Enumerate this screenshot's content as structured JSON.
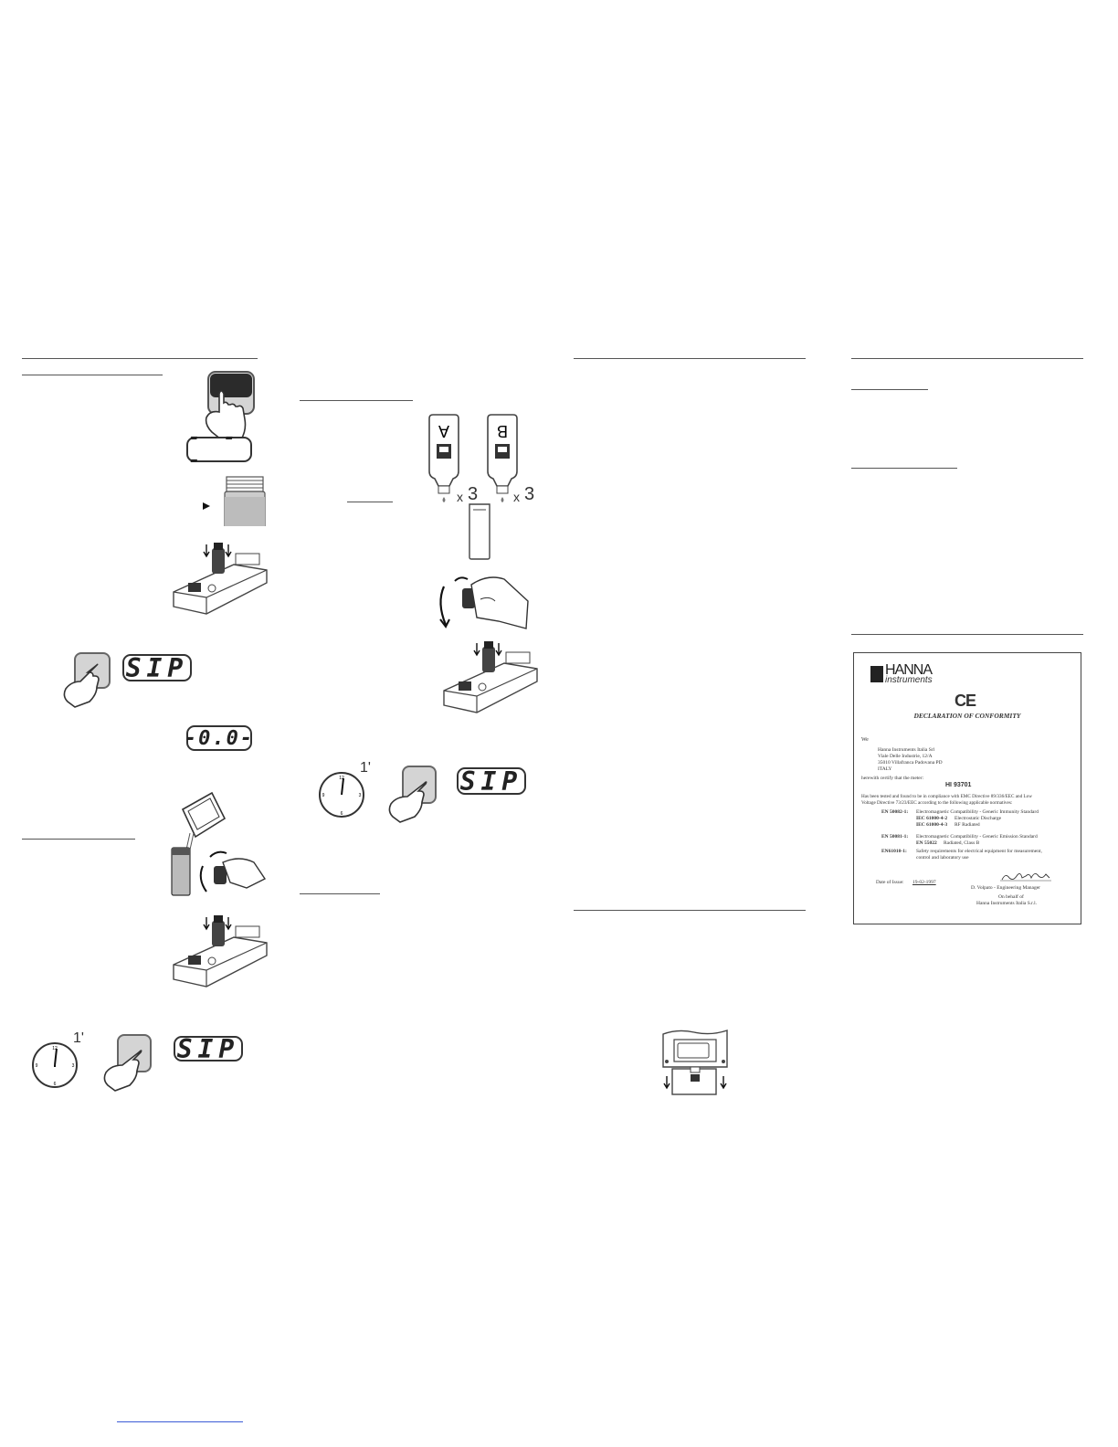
{
  "displays": {
    "blank": "- - -",
    "sip": "SIP",
    "zero": "-0.0-"
  },
  "labels": {
    "times": "x",
    "drops": "3",
    "time_1min": "1'",
    "reagent_a": "A",
    "reagent_b": "B"
  },
  "clock": {
    "n12": "12",
    "n3": "3",
    "n6": "6",
    "n9": "9"
  },
  "declaration": {
    "brand": "HANNA",
    "brand_sub": "instruments",
    "ce_mark": "CE",
    "title": "DECLARATION OF CONFORMITY",
    "we": "We",
    "address": [
      "Hanna Instruments Italia Srl",
      "Viale Delle Industrie, 12/A",
      "35010 Villafranca Padovana PD",
      "ITALY"
    ],
    "certify": "herewith certify that the meter:",
    "model": "HI 93701",
    "tested_1": "Has been tested and found to be in compliance with EMC Directive 89/336/EEC and Low",
    "tested_2": "Voltage Directive 73/23/EEC according to the following applicable normatives:",
    "standards": [
      {
        "code": "EN 50082-1:",
        "desc": "Electromagnetic Compatibility - Generic Immunity Standard"
      },
      {
        "code": "IEC 61000-4-2",
        "desc": "Electrostatic Discharge"
      },
      {
        "code": "IEC 61000-4-3",
        "desc": "RF Radiated"
      },
      {
        "code": "EN 50081-1:",
        "desc": "Electromagnetic Compatibility - Generic Emission Standard"
      },
      {
        "code": "EN 55022",
        "desc": "Radiated, Class B"
      },
      {
        "code": "EN61010-1:",
        "desc": "Safety requirements for electrical equipment for measurement,"
      },
      {
        "code": "",
        "desc": "control and laboratory use"
      }
    ],
    "date_label": "Date of Issue:",
    "date_value": "19-02-1997",
    "signer": "D. Volpato - Engineering Manager",
    "behalf_1": "On behalf of",
    "behalf_2": "Hanna Instruments Italia S.r.l."
  }
}
